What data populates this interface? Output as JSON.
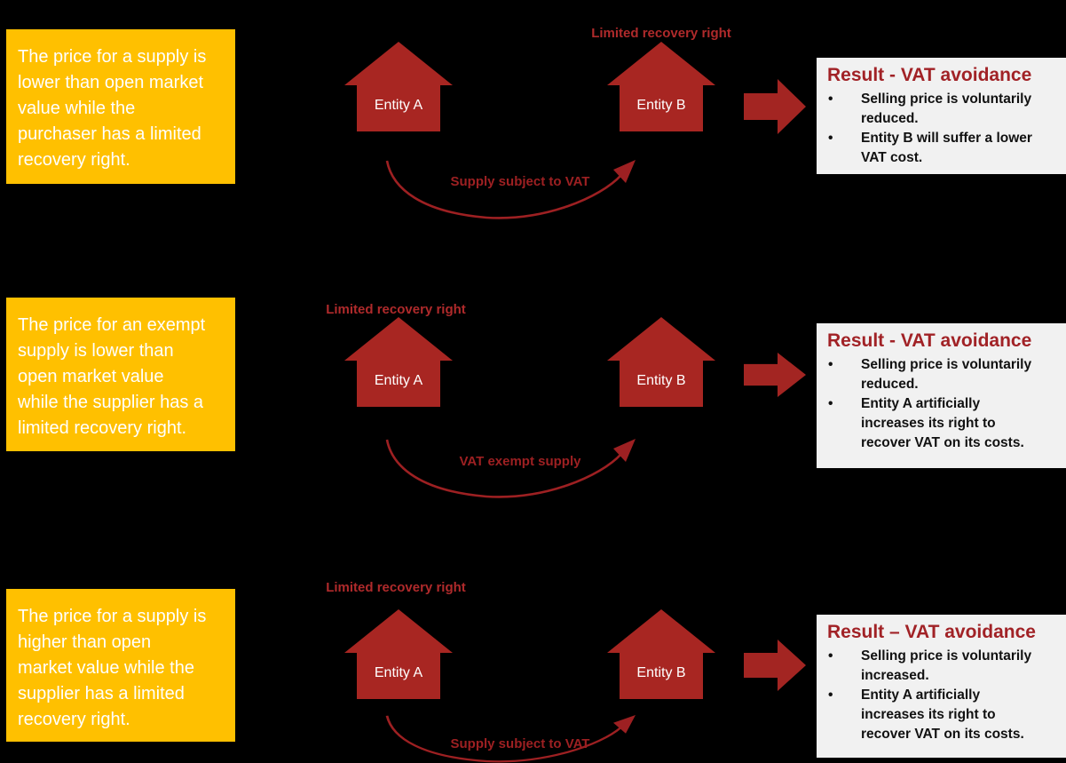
{
  "colors": {
    "background": "#000000",
    "description_bg": "#FFC000",
    "description_text": "#FFFFFF",
    "house_red": "#A82622",
    "block_arrow_red": "#A32522",
    "label_red": "#AF2A2B",
    "curve_red": "#9D2022",
    "result_bg": "#F1F1F1",
    "result_title_red": "#A12226",
    "result_text": "#111111"
  },
  "entities": {
    "a": "Entity A",
    "b": "Entity B"
  },
  "limited_recovery_label": "Limited recovery right",
  "scenarios": [
    {
      "description": "The price for a supply is\nlower than open market\nvalue while the\npurchaser has a limited\nrecovery right.",
      "limited_recovery_on": "entity-b",
      "flow_label": "Supply subject to VAT",
      "result": {
        "title": "Result - VAT avoidance",
        "bullets": [
          "Selling price is voluntarily\nreduced.",
          "Entity B will suffer a lower\nVAT cost."
        ]
      }
    },
    {
      "description": "The price for an exempt\nsupply is lower than\nopen market value\nwhile the supplier has a\nlimited recovery right.",
      "limited_recovery_on": "entity-a",
      "flow_label": "VAT exempt supply",
      "result": {
        "title": "Result - VAT avoidance",
        "bullets": [
          "Selling price is voluntarily\nreduced.",
          "Entity A artificially\nincreases its right to\nrecover VAT on its costs."
        ]
      }
    },
    {
      "description": "The price for a supply is\nhigher than open\nmarket value while the\nsupplier has a limited\nrecovery right.",
      "limited_recovery_on": "entity-a",
      "flow_label": "Supply subject to VAT",
      "result": {
        "title": "Result – VAT avoidance",
        "bullets": [
          "Selling price is voluntarily\nincreased.",
          "Entity A artificially\nincreases its right to\nrecover VAT on its costs."
        ]
      }
    }
  ]
}
